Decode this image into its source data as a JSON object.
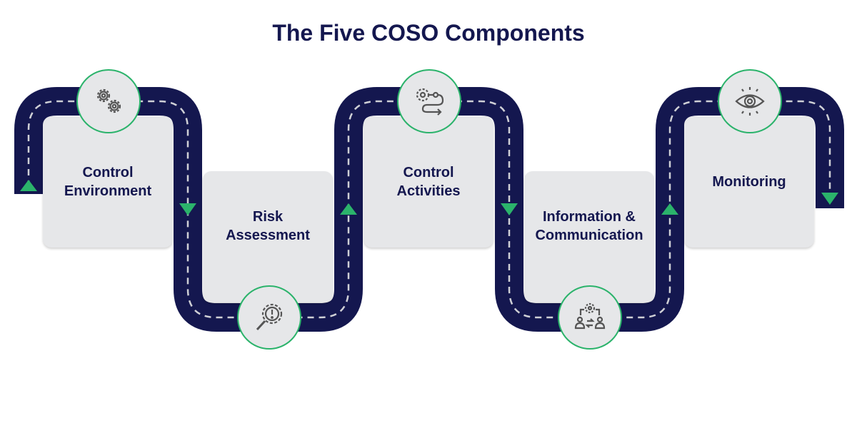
{
  "title": "The Five COSO Components",
  "components": [
    {
      "label": "Control Environment",
      "icon": "gears-icon"
    },
    {
      "label": "Risk Assessment",
      "icon": "magnifier-gear-alert-icon"
    },
    {
      "label": "Control Activities",
      "icon": "gear-flow-icon"
    },
    {
      "label": "Information & Communication",
      "icon": "people-exchange-gear-icon"
    },
    {
      "label": "Monitoring",
      "icon": "eye-icon"
    }
  ],
  "colors": {
    "track": "#14174f",
    "accent": "#2bb36b",
    "card": "#e6e7e9"
  }
}
